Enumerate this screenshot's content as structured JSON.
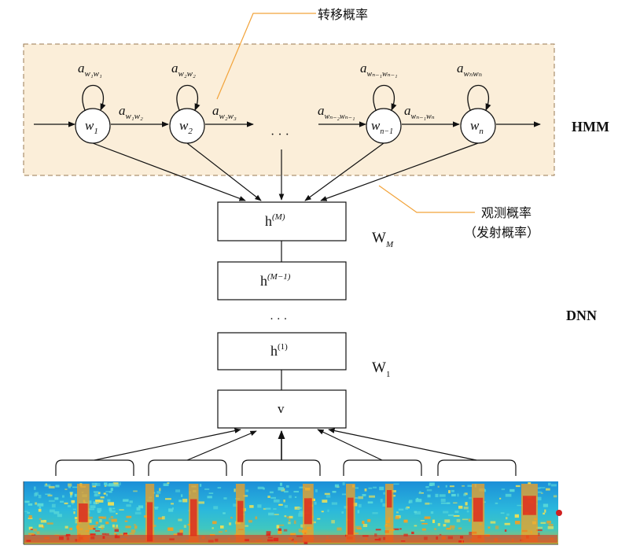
{
  "hmm": {
    "label": "HMM",
    "transition_callout": "转移概率",
    "emission_callout_line1": "观测概率",
    "emission_callout_line2": "（发射概率）",
    "states": [
      {
        "base": "w",
        "sub": "1"
      },
      {
        "base": "w",
        "sub": "2"
      },
      {
        "base": "w",
        "sub": "n−1"
      },
      {
        "base": "w",
        "sub": "n"
      }
    ],
    "ellipsis": "· · ·",
    "self_loops": [
      {
        "base": "a",
        "sub": "w₁w₁"
      },
      {
        "base": "a",
        "sub": "w₂w₂"
      },
      {
        "base": "a",
        "sub": "wₙ₋₁wₙ₋₁"
      },
      {
        "base": "a",
        "sub": "wₙwₙ"
      }
    ],
    "transitions": [
      {
        "base": "a",
        "sub": "w₁w₂"
      },
      {
        "base": "a",
        "sub": "w₂w₃"
      },
      {
        "base": "a",
        "sub": "wₙ₋₂wₙ₋₁"
      },
      {
        "base": "a",
        "sub": "wₙ₋₁wₙ"
      }
    ]
  },
  "dnn": {
    "label": "DNN",
    "layers": [
      {
        "base": "h",
        "sup": "(M)"
      },
      {
        "base": "h",
        "sup": "(M−1)"
      },
      {
        "base": "h",
        "sup": "(1)"
      },
      {
        "base": "v",
        "sup": ""
      }
    ],
    "ellipsis": "· · ·",
    "weights": [
      {
        "base": "W",
        "sub": "M"
      },
      {
        "base": "W",
        "sub": "1"
      }
    ]
  },
  "spectrogram": {
    "frames": 5
  },
  "colors": {
    "hmm_fill": "#fbeed9",
    "hmm_border": "#9a7a52",
    "callout_line": "#f2a33a",
    "line": "#111111",
    "spec_bg": "#14a0e0",
    "spec_hot": "#e0261a",
    "spec_warm": "#f4a020",
    "spec_cyan": "#59d8d8",
    "spec_yellow": "#e8e05a"
  }
}
